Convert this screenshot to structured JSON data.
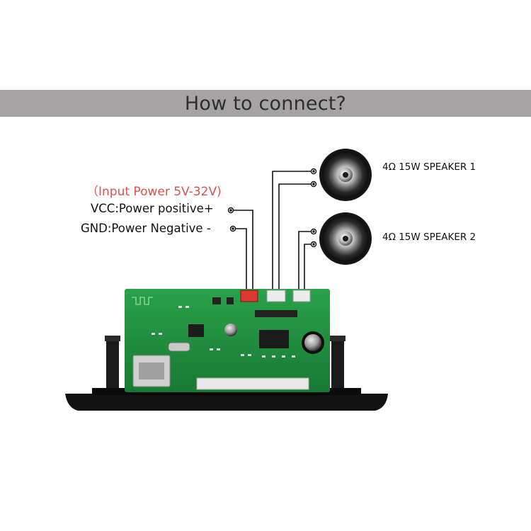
{
  "title": "How to connect?",
  "power": {
    "header": "（Input Power 5V-32V)",
    "vcc": "VCC:Power positive+",
    "gnd": "GND:Power Negative -"
  },
  "speakers": [
    {
      "label": "4Ω 15W SPEAKER 1"
    },
    {
      "label": "4Ω 15W SPEAKER 2"
    }
  ],
  "colors": {
    "title_bar": "#a5a3a3",
    "title_text": "#2e2e2e",
    "input_power_text": "#d9534f",
    "pcb_green": "#1f8a3c",
    "panel_black": "#1a1a1a",
    "wire": "#111111",
    "power_connector": "#d93a2e"
  }
}
